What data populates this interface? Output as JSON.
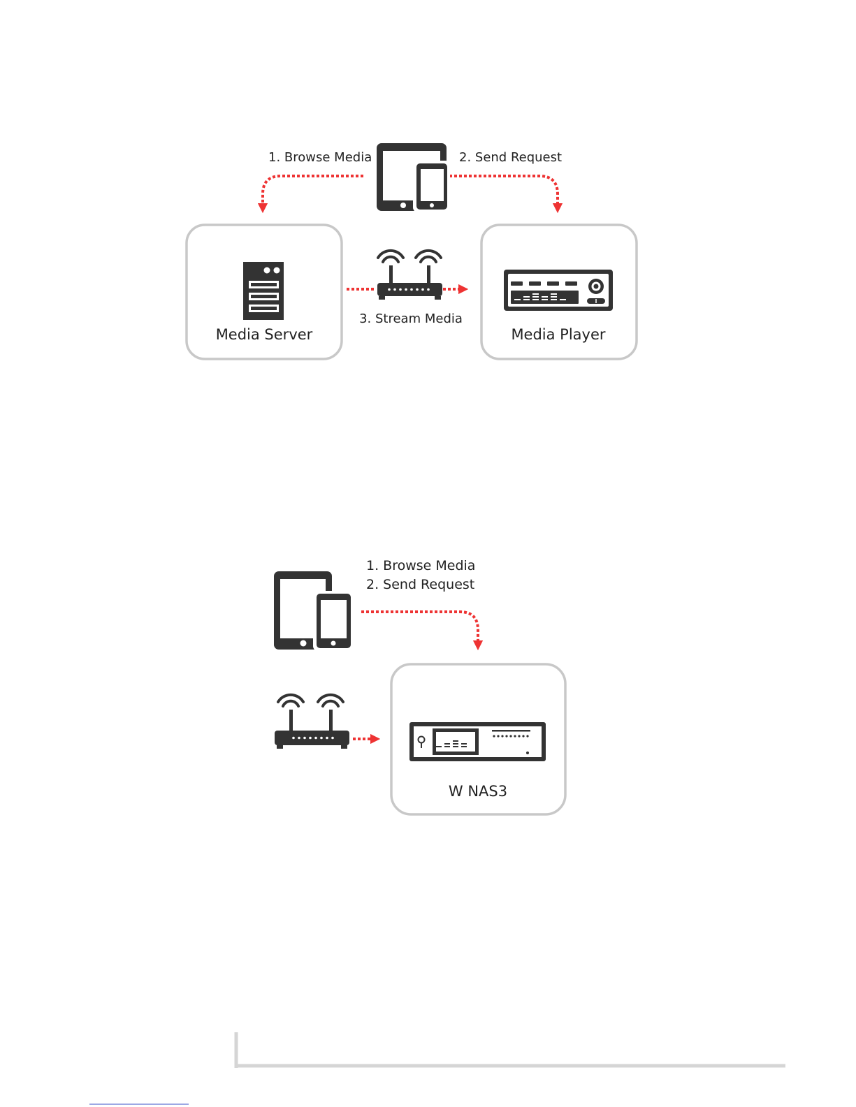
{
  "diagram1": {
    "step1_label": "1. Browse Media",
    "step2_label": "2. Send Request",
    "step3_label": "3. Stream Media",
    "server_label": "Media Server",
    "player_label": "Media Player"
  },
  "diagram2": {
    "step1_label": "1. Browse Media",
    "step2_label": "2. Send Request",
    "device_label": "W NAS3"
  },
  "colors": {
    "flow_arrow": "#ee3333",
    "icon": "#333333",
    "box_border": "#c8c8c8"
  },
  "icons": [
    "tablet-phone-icon",
    "server-rack-icon",
    "router-icon",
    "media-player-icon",
    "nas-device-icon"
  ]
}
